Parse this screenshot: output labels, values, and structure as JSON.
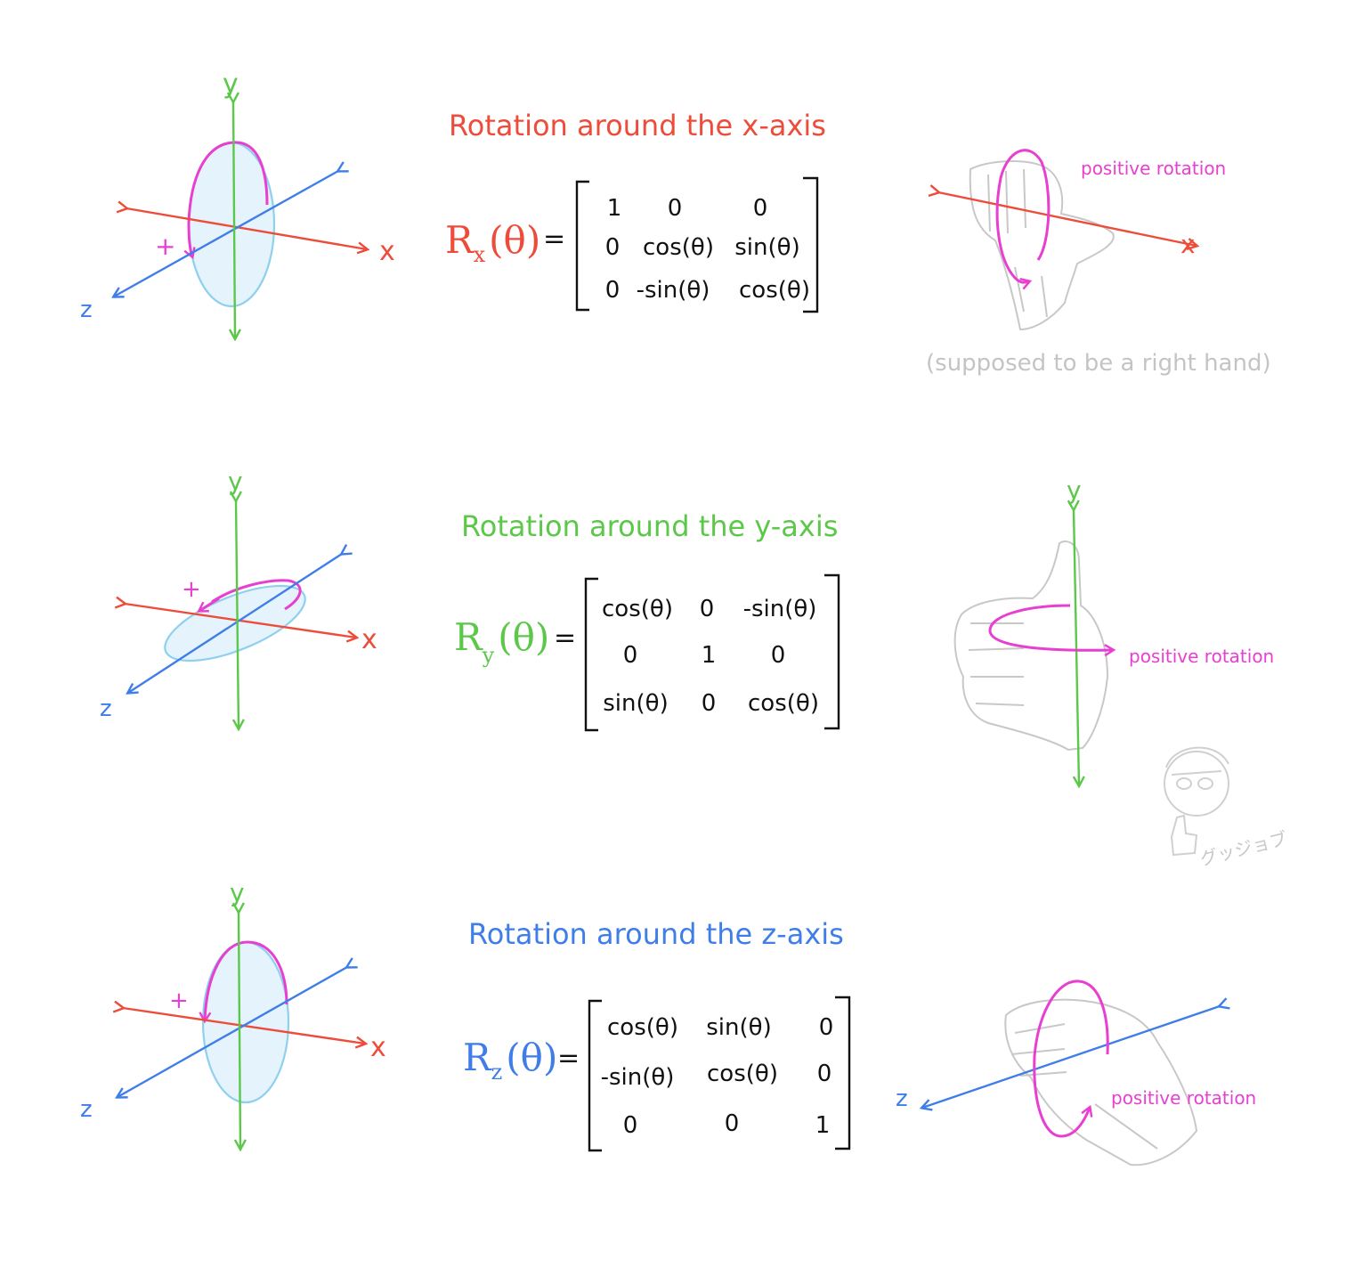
{
  "colors": {
    "red": "#ee4c3a",
    "green": "#5cc84a",
    "blue": "#3f7ee8",
    "magenta": "#e83fd0",
    "fill": "#e4f3fc",
    "sketch": "#c8c8c8",
    "ink": "#111111"
  },
  "axis_labels": {
    "x": "x",
    "y": "y",
    "z": "z"
  },
  "plus_sign": "+",
  "sections": [
    {
      "title": "Rotation around the x-axis",
      "symbol_base": "R",
      "symbol_sub": "x",
      "symbol_arg": "(θ)",
      "equals": "=",
      "matrix": [
        [
          "1",
          "0",
          "0"
        ],
        [
          "0",
          "cos(θ)",
          "sin(θ)"
        ],
        [
          "0",
          "-sin(θ)",
          "cos(θ)"
        ]
      ],
      "hand_label": "positive rotation",
      "note": "(supposed to be a right hand)"
    },
    {
      "title": "Rotation around the y-axis",
      "symbol_base": "R",
      "symbol_sub": "y",
      "symbol_arg": "(θ)",
      "equals": "=",
      "matrix": [
        [
          "cos(θ)",
          "0",
          "-sin(θ)"
        ],
        [
          "0",
          "1",
          "0"
        ],
        [
          "sin(θ)",
          "0",
          "cos(θ)"
        ]
      ],
      "hand_label": "positive rotation",
      "signature": "グッジョブ"
    },
    {
      "title": "Rotation around the z-axis",
      "symbol_base": "R",
      "symbol_sub": "z",
      "symbol_arg": "(θ)",
      "equals": "=",
      "matrix": [
        [
          "cos(θ)",
          "sin(θ)",
          "0"
        ],
        [
          "-sin(θ)",
          "cos(θ)",
          "0"
        ],
        [
          "0",
          "0",
          "1"
        ]
      ],
      "hand_label": "positive rotation"
    }
  ]
}
